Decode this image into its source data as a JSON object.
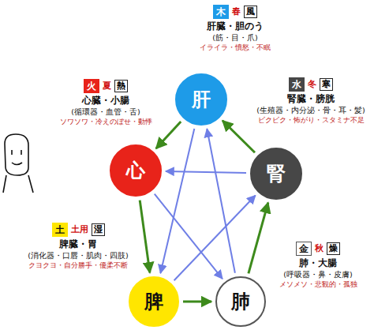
{
  "diagram": {
    "nodes": [
      {
        "text": [
          "肝"
        ]
      },
      {
        "text": [
          "心"
        ]
      },
      {
        "text": [
          "腎"
        ]
      },
      {
        "text": [
          "脾"
        ]
      },
      {
        "text": [
          "肺"
        ]
      }
    ],
    "edges": [
      {
        "from": 0,
        "to": 1,
        "arrow": "to"
      },
      {
        "from": 1,
        "to": 3,
        "arrow": "to"
      },
      {
        "from": 3,
        "to": 4,
        "arrow": "to"
      },
      {
        "from": 4,
        "to": 2,
        "arrow": "to"
      },
      {
        "from": 2,
        "to": 0,
        "arrow": "to"
      },
      {
        "from": 0,
        "to": 3,
        "arrow": "to"
      },
      {
        "from": 3,
        "to": 2,
        "arrow": "to"
      },
      {
        "from": 2,
        "to": 1,
        "arrow": "to"
      },
      {
        "from": 1,
        "to": 4,
        "arrow": "to"
      },
      {
        "from": 4,
        "to": 0,
        "arrow": "to"
      }
    ],
    "labels": [
      "木",
      "春",
      "風",
      "肝臓・胆のう",
      "(筋・目・爪)",
      "イライラ・憤怒・不眠",
      "火",
      "夏",
      "熱",
      "心臓・小腸",
      "(循環器・血管・舌)",
      "ソワソワ・冷えのぼせ・動悸",
      "水",
      "冬",
      "寒",
      "腎臓・膀胱",
      "(生殖器・内分泌・骨・耳・髪)",
      "ビクビク・怖がり・スタミナ不足",
      "土",
      "土用",
      "湿",
      "脾臓・胃",
      "(消化器・口唇・肌肉・四肢)",
      "クヨクヨ・自分勝手・優柔不断",
      "金",
      "秋",
      "燥",
      "肺・大腸",
      "(呼吸器・鼻・皮膚)",
      "メソメソ・悲観的・孤独"
    ]
  }
}
